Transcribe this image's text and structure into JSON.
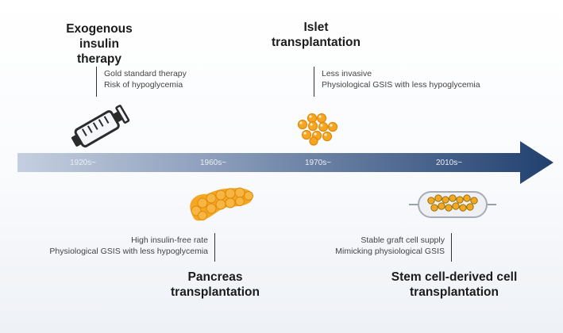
{
  "timeline": {
    "eras": [
      "1920s~",
      "1960s~",
      "1970s~",
      "2010s~"
    ],
    "arrow_colors": {
      "start": "#c9d3e2",
      "end": "#23406e"
    }
  },
  "milestones": {
    "insulin": {
      "title_line1": "Exogenous",
      "title_line2": "insulin therapy",
      "point1": "Gold standard therapy",
      "point2": "Risk of hypoglycemia",
      "icon": "syringe-icon"
    },
    "islet": {
      "title_line1": "Islet",
      "title_line2": "transplantation",
      "point1": "Less invasive",
      "point2": "Physiological GSIS with less hypoglycemia",
      "icon": "islet-cluster-icon"
    },
    "pancreas": {
      "title_line1": "Pancreas",
      "title_line2": "transplantation",
      "point1": "High insulin-free rate",
      "point2": "Physiological GSIS with less hypoglycemia",
      "icon": "pancreas-icon"
    },
    "stemcell": {
      "title_line1": "Stem cell-derived cell",
      "title_line2": "transplantation",
      "point1": "Stable graft cell supply",
      "point2": "Mimicking physiological GSIS",
      "icon": "encapsulation-device-icon"
    }
  },
  "colors": {
    "islet": "#f5a623",
    "islet_outline": "#e08a0a",
    "text": "#222222"
  }
}
